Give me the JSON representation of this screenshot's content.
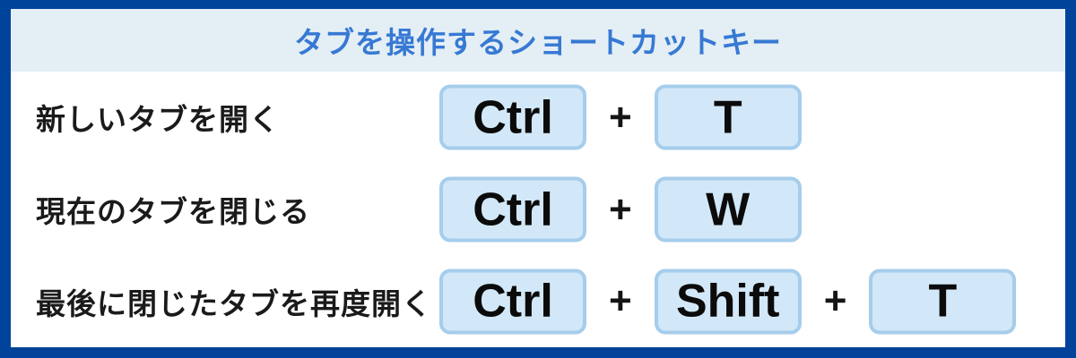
{
  "title": "タブを操作するショートカットキー",
  "colors": {
    "frame": "#00439B",
    "header_bg": "#E4EEF5",
    "title": "#3679D3",
    "key_bg": "#D2E8F8",
    "key_border": "#A6CDEB",
    "label_color": "#1A1A1A",
    "key_text": "#0B0B0B"
  },
  "rows": [
    {
      "label": "新しいタブを開く",
      "keys": [
        "Ctrl",
        "T"
      ],
      "separator": "+"
    },
    {
      "label": "現在のタブを閉じる",
      "keys": [
        "Ctrl",
        "W"
      ],
      "separator": "+"
    },
    {
      "label": "最後に閉じたタブを再度開く",
      "keys": [
        "Ctrl",
        "Shift",
        "T"
      ],
      "separator": "+"
    }
  ]
}
